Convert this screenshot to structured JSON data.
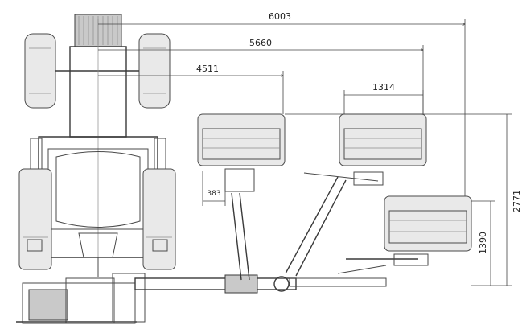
{
  "dimensions": {
    "overall_reach": "6003",
    "reach_mid": "5660",
    "reach_inner": "4511",
    "head_width": "1314",
    "offset": "383",
    "height_total": "2771",
    "height_lower": "1390"
  }
}
